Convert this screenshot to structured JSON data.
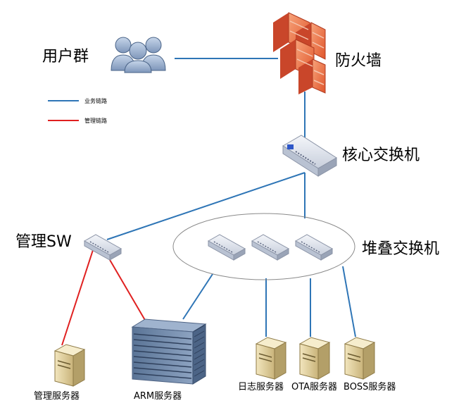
{
  "labels": {
    "users": "用户群",
    "firewall": "防火墙",
    "core_switch": "核心交换机",
    "mgmt_sw": "管理SW",
    "stack_switch": "堆叠交换机",
    "mgmt_server": "管理服务器",
    "arm_server": "ARM服务器",
    "log_server": "日志服务器",
    "ota_server": "OTA服务器",
    "boss_server": "BOSS服务器"
  },
  "legend": [
    {
      "label": "业务链路",
      "color": "#2E75B6"
    },
    {
      "label": "管理链路",
      "color": "#E02020"
    }
  ],
  "colors": {
    "business_link": "#2E75B6",
    "management_link": "#E02020"
  }
}
